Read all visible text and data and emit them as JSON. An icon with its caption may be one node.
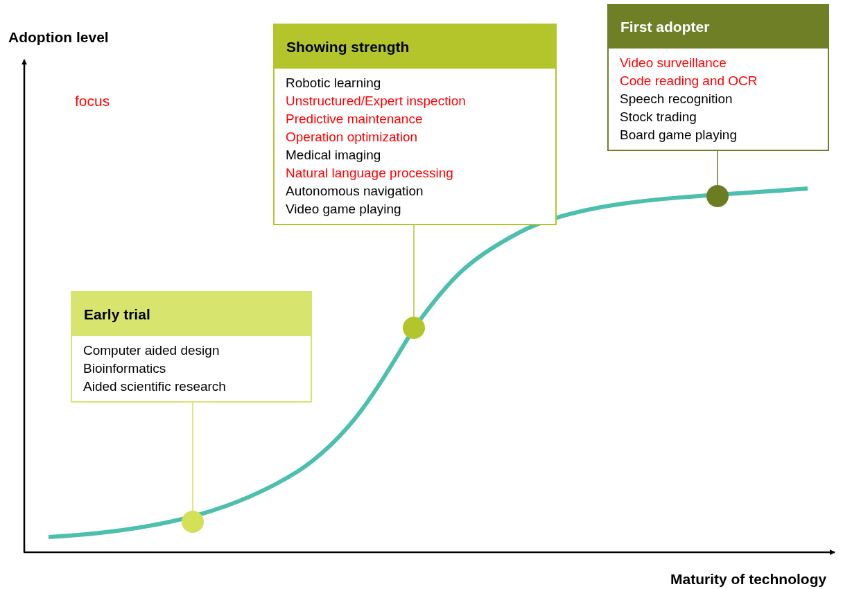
{
  "diagram": {
    "nodes": [
      {
        "text": [
          "Showing strength",
          "Robotic learning",
          "Unstructured/Expert inspection",
          "Predictive maintenance",
          "Operation optimization",
          "Medical imaging",
          "Natural language processing",
          "Autonomous navigation",
          "Video game playing"
        ]
      },
      {
        "text": [
          "First adopter",
          "Video surveillance",
          "Code reading and OCR",
          "Speech recognition",
          "Stock trading",
          "Board game playing"
        ]
      },
      {
        "text": [
          "Early trial",
          "Computer aided design",
          "Bioinformatics",
          "Aided scientific research"
        ]
      },
      {
        "text": [],
        "shape": "circle"
      },
      {
        "text": [],
        "shape": "circle"
      },
      {
        "text": [],
        "shape": "circle"
      }
    ],
    "edges": [
      {
        "from": 2,
        "to": 3,
        "arrow": "none",
        "color": "#d4e157"
      },
      {
        "from": 0,
        "to": 4,
        "arrow": "none",
        "color": "#b3c52a"
      },
      {
        "from": 1,
        "to": 5,
        "arrow": "none",
        "color": "#6b7c23"
      }
    ],
    "labels": [
      "Adoption level",
      "focus",
      "Maturity of technology"
    ]
  }
}
